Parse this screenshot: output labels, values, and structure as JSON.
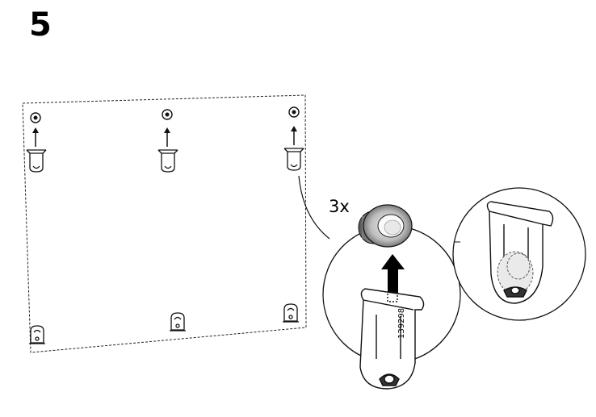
{
  "step": {
    "number": "5"
  },
  "detail": {
    "quantity": "3x"
  },
  "article": {
    "number": "139298"
  },
  "icons": {
    "panel": "dashed-panel-outline",
    "pin": "wall-plug-pin-icon",
    "hook": "bracket-hook-icon",
    "arrow": "insert-up-arrow-icon",
    "knob": "round-cap-insert-icon",
    "detail_bracket": "large-bracket-icon"
  }
}
